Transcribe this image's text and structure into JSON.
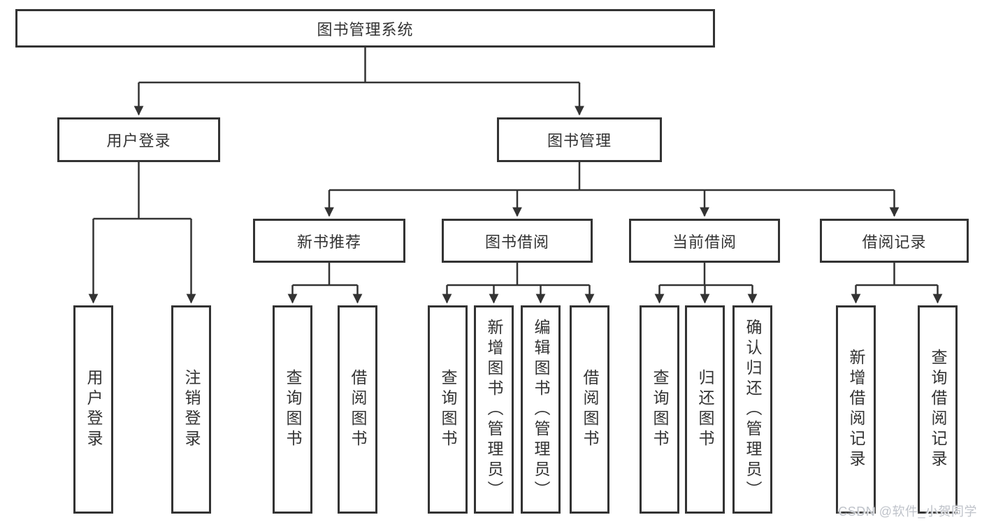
{
  "diagram": {
    "root": {
      "label": "图书管理系统"
    },
    "level2": [
      {
        "label": "用户登录"
      },
      {
        "label": "图书管理"
      }
    ],
    "level3": [
      {
        "label": "新书推荐"
      },
      {
        "label": "图书借阅"
      },
      {
        "label": "当前借阅"
      },
      {
        "label": "借阅记录"
      }
    ],
    "leaves": {
      "user_login": [
        "用户登录",
        "注销登录"
      ],
      "new_book_recommend": [
        "查询图书",
        "借阅图书"
      ],
      "book_borrowing": [
        "查询图书",
        "新增图书（管理员）",
        "编辑图书（管理员）",
        "借阅图书"
      ],
      "current_borrowing": [
        "查询图书",
        "归还图书",
        "确认归还（管理员）"
      ],
      "borrowing_records": [
        "新增借阅记录",
        "查询借阅记录"
      ]
    }
  },
  "watermark": "CSDN @软件_小贺同学",
  "colors": {
    "line": "#333333",
    "box_border": "#333333",
    "text": "#333333",
    "background": "#ffffff",
    "watermark": "#bfc3ca"
  }
}
